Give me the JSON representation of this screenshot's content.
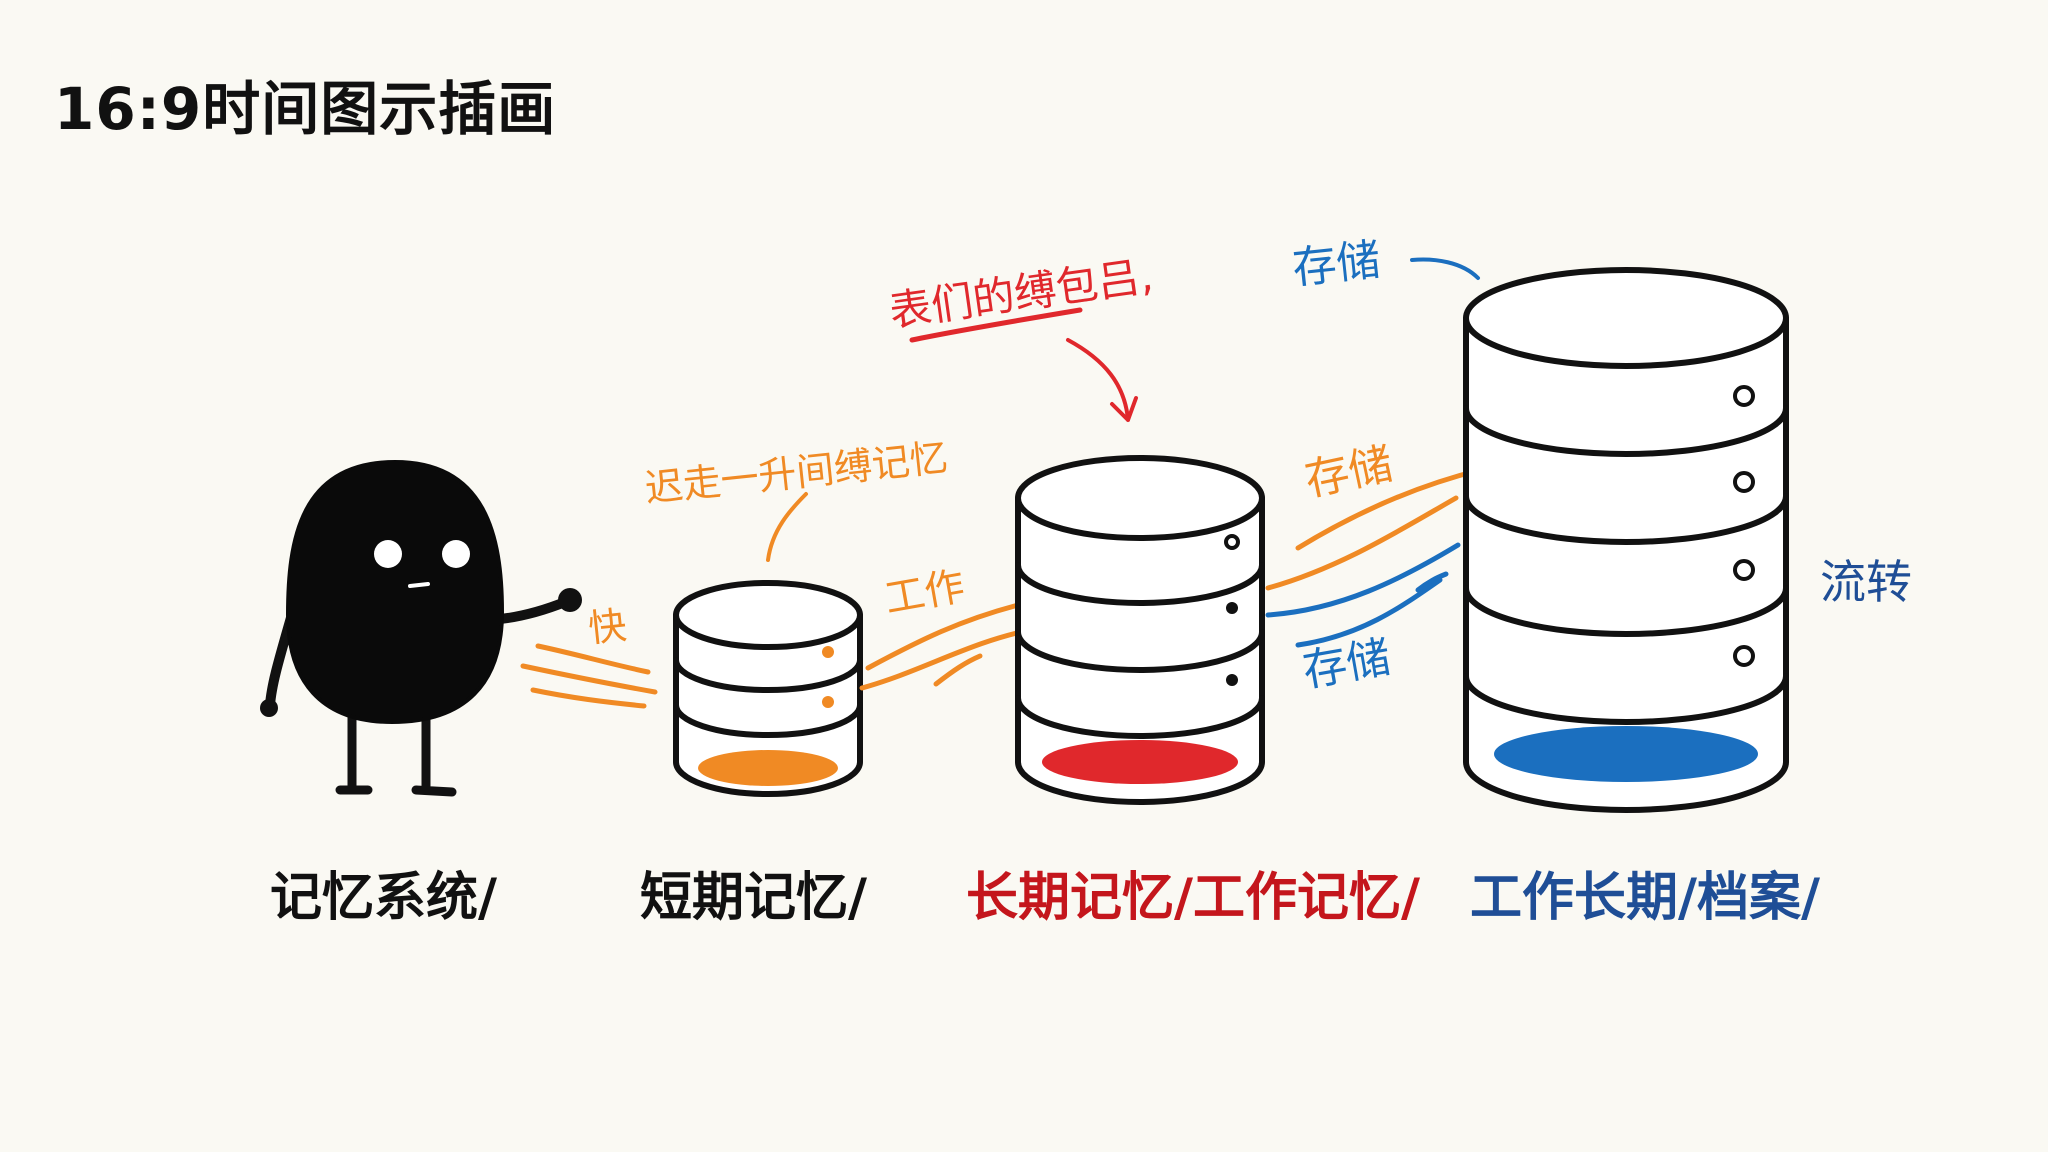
{
  "title": "16:9时间图示插画",
  "colors": {
    "orange": "#f08a24",
    "red": "#e0282c",
    "blue": "#1b6fbf",
    "dark_red": "#c4161c",
    "dark_blue": "#1f4e96",
    "ink": "#111111"
  },
  "annotations": {
    "fast": "快",
    "work": "工作",
    "orange_note": "迟走一升间缚记忆",
    "red_note": "表们的缚包吕,",
    "store_top": "存储",
    "store_mid": "存储",
    "store_low": "存储",
    "flow": "流转"
  },
  "captions": {
    "memory_system": "记忆系统/",
    "short_term": "短期记忆/",
    "long_term": "长期记忆/工作记忆/",
    "archive": "工作长期/档案/"
  },
  "icons": {
    "character": "blob-character-icon",
    "small_db": "small-database-icon",
    "medium_db": "medium-database-icon",
    "large_db": "large-database-icon"
  }
}
